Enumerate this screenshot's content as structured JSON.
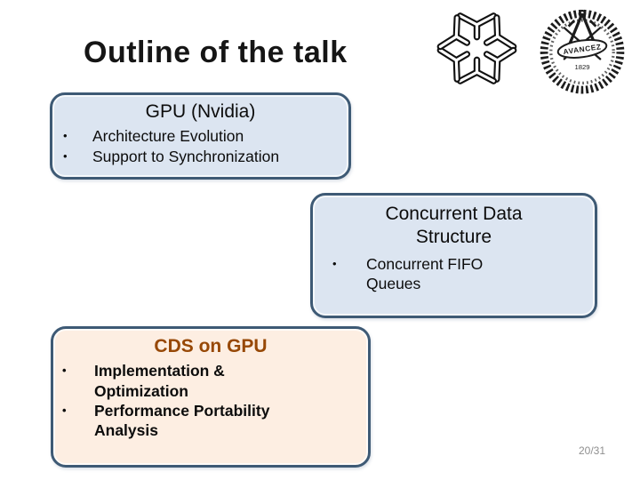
{
  "slide": {
    "title": "Outline of the talk",
    "page_number": "20/31",
    "background_color": "#ffffff"
  },
  "logos": {
    "hexagon_logo_name": "six-corner-hexagon-logo",
    "seal_logo_name": "chalmers-avancez-seal",
    "seal_banner": "AVANCEZ",
    "seal_year": "1829"
  },
  "colors": {
    "box_border": "#3e5a75",
    "box_fill_blue": "#dce5f1",
    "box_fill_peach": "#fdeee2",
    "accent_brown": "#974806",
    "body_text": "#0c0c0c",
    "page_number_gray": "#8f8f8f"
  },
  "bullet_glyph": "•",
  "boxes": [
    {
      "title": "GPU (Nvidia)",
      "bullets": [
        "Architecture Evolution",
        "Support to Synchronization"
      ]
    },
    {
      "title": "Concurrent Data Structure",
      "bullets": [
        "Concurrent FIFO Queues"
      ]
    },
    {
      "title": "CDS on GPU",
      "bullets": [
        "Implementation & Optimization",
        "Performance Portability Analysis"
      ]
    }
  ]
}
